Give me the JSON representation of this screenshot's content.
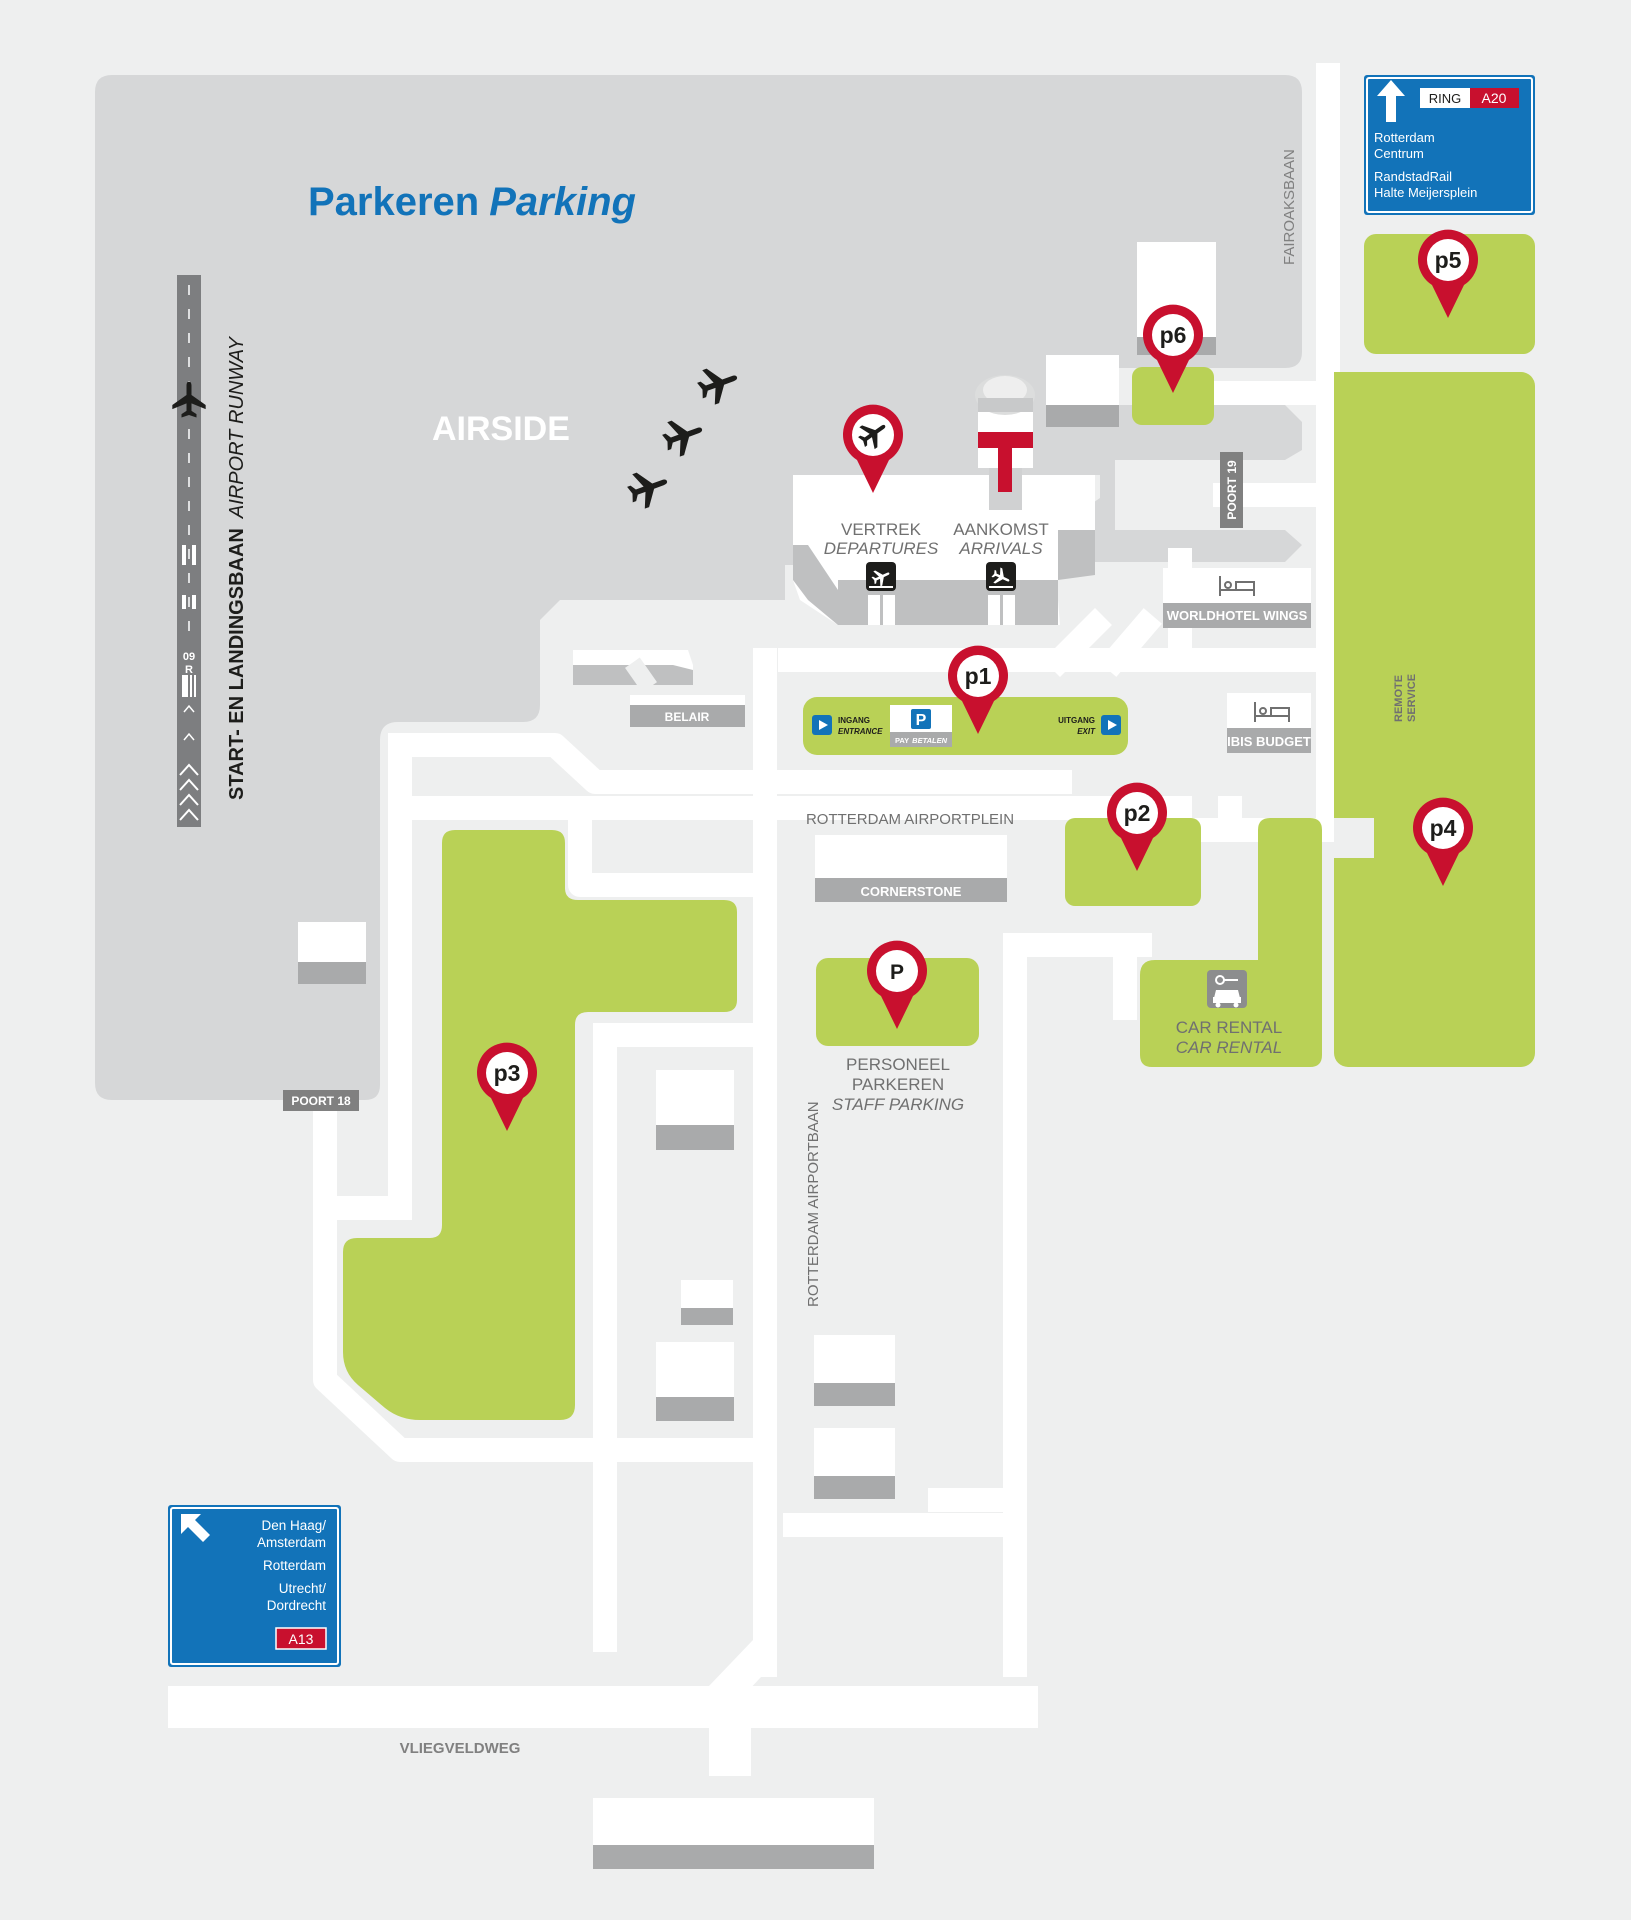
{
  "title": {
    "nl": "Parkeren",
    "en": "Parking"
  },
  "colors": {
    "background": "#eeefef",
    "airside": "#d6d7d8",
    "road": "#ffffff",
    "parking": "#b9d156",
    "pin": "#c8102e",
    "sign": "#1273b9",
    "building_shade": "#a9aaab",
    "label_text": "#707070"
  },
  "airside_label": "AIRSIDE",
  "runway": {
    "label_nl": "START- EN LANDINGSBAAN",
    "label_en": "AIRPORT RUNWAY",
    "number": "09",
    "side": "R"
  },
  "terminal": {
    "departures_nl": "VERTREK",
    "departures_en": "DEPARTURES",
    "arrivals_nl": "AANKOMST",
    "arrivals_en": "ARRIVALS",
    "pin_icon": "airplane-icon"
  },
  "p1_lane": {
    "entrance_nl": "INGANG",
    "entrance_en": "ENTRANCE",
    "exit_nl": "UITGANG",
    "exit_en": "EXIT",
    "pay_symbol": "P",
    "pay_nl": "PAY",
    "pay_en": "BETALEN"
  },
  "pins": {
    "p1": "p1",
    "p2": "p2",
    "p3": "p3",
    "p4": "p4",
    "p5": "p5",
    "p6": "p6",
    "staff": "P"
  },
  "labels": {
    "worldhotel": "WORLDHOTEL WINGS",
    "ibis": "IBIS BUDGET",
    "belair": "BELAIR",
    "remote_service_1": "REMOTE",
    "remote_service_2": "SERVICE",
    "airportplein": "ROTTERDAM AIRPORTPLEIN",
    "cornerstone": "CORNERSTONE",
    "staff_parking_1": "PERSONEEL",
    "staff_parking_2": "PARKEREN",
    "staff_parking_3": "STAFF PARKING",
    "car_rental_nl": "CAR RENTAL",
    "car_rental_en": "CAR RENTAL",
    "poort18": "POORT 18",
    "poort19": "POORT 19",
    "fairoaksbaan": "FAIROAKSBAAN",
    "rotterdam_airportbaan": "ROTTERDAM AIRPORTBAAN",
    "vliegveldweg": "VLIEGVELDWEG"
  },
  "sign_ne": {
    "ring": "RING",
    "road": "A20",
    "line1": "Rotterdam",
    "line2": "Centrum",
    "line3": "RandstadRail",
    "line4": "Halte Meijersplein"
  },
  "sign_sw": {
    "line1": "Den Haag/",
    "line2": "Amsterdam",
    "line3": "Rotterdam",
    "line4": "Utrecht/",
    "line5": "Dordrecht",
    "road": "A13"
  }
}
